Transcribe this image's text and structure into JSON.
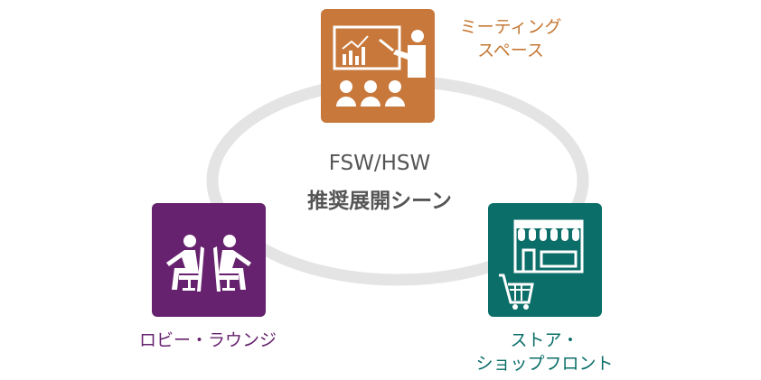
{
  "center": {
    "line1": "FSW/HSW",
    "line2": "推奨展開シーン"
  },
  "scenes": [
    {
      "line1": "ミーティング",
      "line2": "スペース",
      "icon": "presentation-meeting-icon",
      "color": "#c8783a"
    },
    {
      "line1": "ロビー・ラウンジ",
      "icon": "lobby-seating-icon",
      "color": "#66226e"
    },
    {
      "line1": "ストア・",
      "line2": "ショップフロント",
      "icon": "store-cart-icon",
      "color": "#0b6e69"
    }
  ],
  "ring_color": "#e4e4e4"
}
